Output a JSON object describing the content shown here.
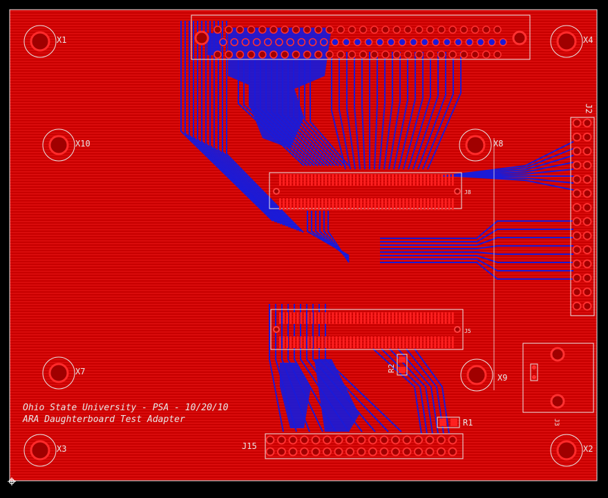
{
  "colors": {
    "background": "#000000",
    "top_copper": "#d40000",
    "bottom_copper": "#1a1ad8",
    "silkscreen": "#e8e8e8",
    "hole": "#a00000"
  },
  "board_text": {
    "line1": "Ohio State University - PSA - 10/20/10",
    "line2": "ARA Daughterboard Test Adapter"
  },
  "mounting_holes": [
    {
      "label": "X1"
    },
    {
      "label": "X4"
    },
    {
      "label": "X10"
    },
    {
      "label": "X8"
    },
    {
      "label": "X7"
    },
    {
      "label": "X9"
    },
    {
      "label": "X3"
    },
    {
      "label": "X2"
    }
  ],
  "connectors": {
    "j8": "J8",
    "j5": "J5",
    "j2": "J2",
    "j3": "J3",
    "j15": "J15"
  },
  "resistors": {
    "r1": "R1",
    "r2": "R2"
  },
  "origin_icon": "origin-crosshair-icon"
}
